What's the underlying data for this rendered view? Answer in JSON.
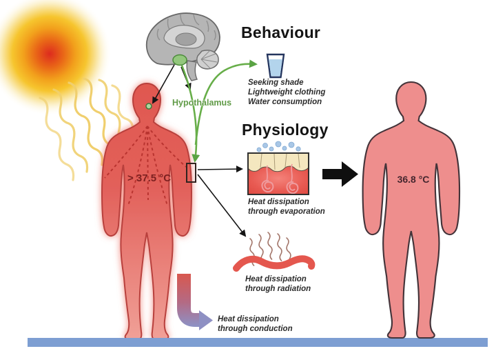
{
  "figure": {
    "subject": "Human thermoregulation diagram"
  },
  "behaviour": {
    "title": "Behaviour",
    "items": [
      "Seeking shade",
      "Lightweight clothing",
      "Water consumption"
    ]
  },
  "physiology": {
    "title": "Physiology"
  },
  "captions": {
    "evaporation": [
      "Heat dissipation",
      "through evaporation"
    ],
    "radiation": [
      "Heat dissipation",
      "through radiation"
    ],
    "conduction": [
      "Heat dissipation",
      "through conduction"
    ]
  },
  "labels": {
    "hypothalamus": "Hypothalamus",
    "left_body_temp": "> 37.5 °C",
    "right_body_temp": "36.8 °C"
  },
  "icons": {
    "sun": "sun-icon",
    "heat_waves": "heat-waves-icon",
    "brain": "brain-icon",
    "water_glass": "water-glass-icon",
    "skin_section": "skin-evaporation-icon",
    "radiation": "radiation-waves-icon",
    "conduction_arrow": "conduction-arrow-icon",
    "floor": "floor-surface"
  },
  "colors": {
    "hot_body": "#e25a52",
    "normal_body": "#ee8e8d",
    "hypothalamus_green": "#619b48",
    "signal_green": "#67ae49",
    "floor_blue": "#7d9ed2",
    "arrow_black": "#0f0f0f",
    "conduction_start": "#d8584f",
    "conduction_end": "#8e90c3",
    "sun_core": "#dd2b1e",
    "epidermis": "#f4e7bf",
    "droplet_blue": "#a9c7e6"
  }
}
